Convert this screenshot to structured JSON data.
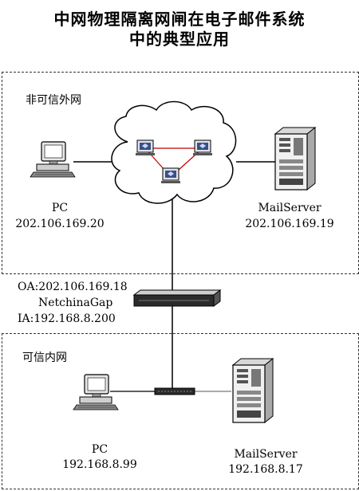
{
  "title": {
    "line1": "中网物理隔离网闸在电子邮件系统",
    "line2": "中的典型应用"
  },
  "untrusted": {
    "label": "非可信外网",
    "pc": {
      "name": "PC",
      "ip": "202.106.169.20"
    },
    "server": {
      "name": "MailServer",
      "ip": "202.106.169.19"
    }
  },
  "gap": {
    "oa": "OA:202.106.169.18",
    "name": "NetchinaGap",
    "ia": "IA:192.168.8.200"
  },
  "trusted": {
    "label": "可信内网",
    "pc": {
      "name": "PC",
      "ip": "192.168.8.99"
    },
    "server": {
      "name": "MailServer",
      "ip": "192.168.8.17"
    }
  }
}
